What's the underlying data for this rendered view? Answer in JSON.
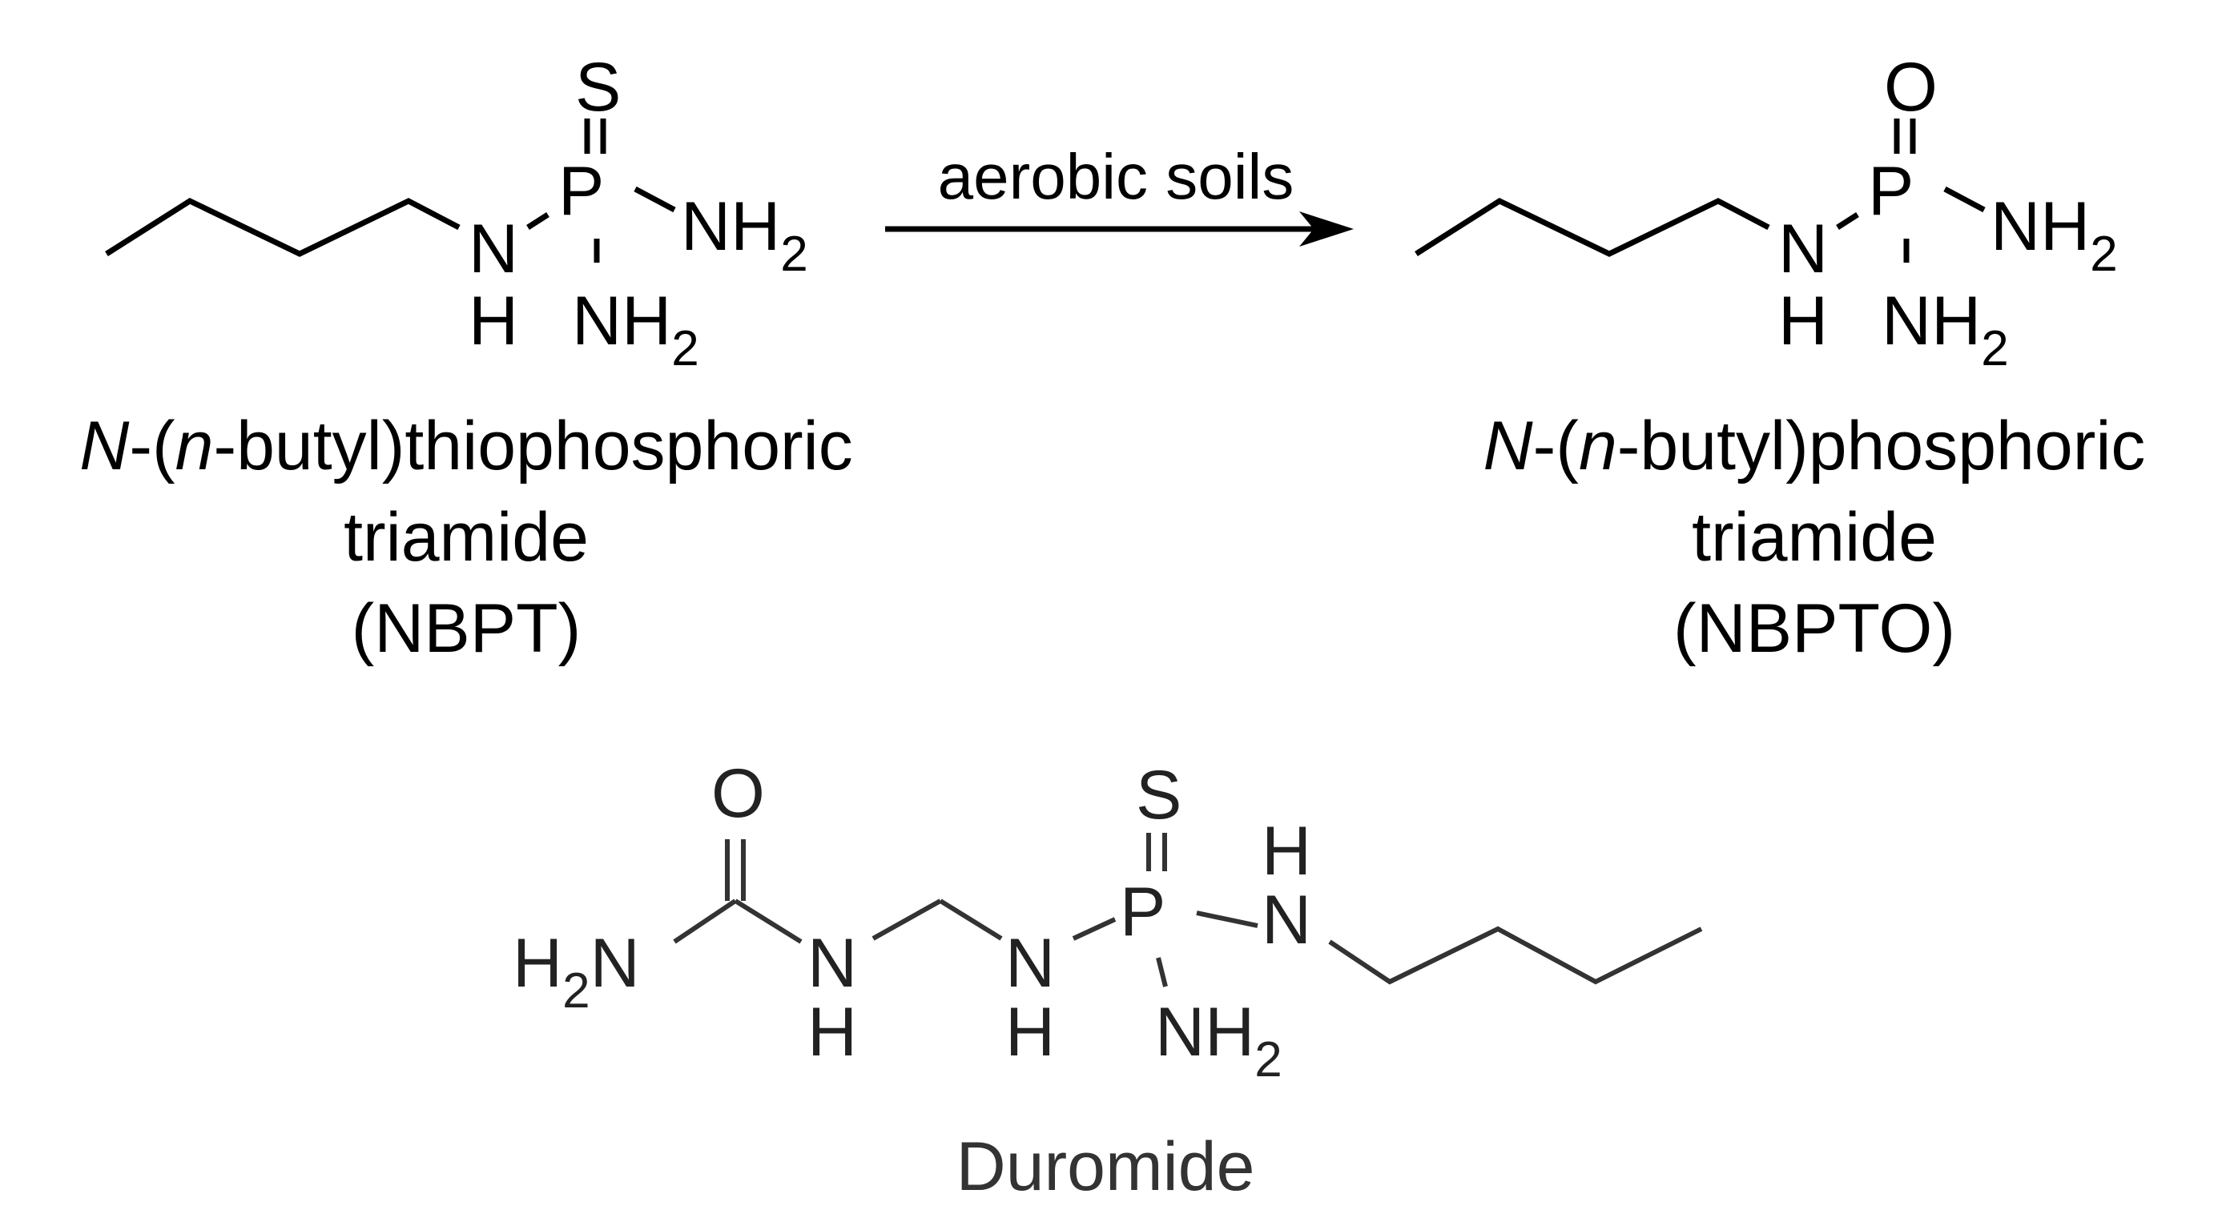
{
  "reaction": {
    "condition": "aerobic soils"
  },
  "compounds": [
    {
      "id": "nbpt",
      "chalcogen": "S",
      "name_line1": {
        "prefix": "N",
        "dash_paren": "-(",
        "italic_n": "n",
        "rest": "-butyl)thiophosphoric"
      },
      "name_line2": "triamide",
      "abbrev": "(NBPT)"
    },
    {
      "id": "nbpto",
      "chalcogen": "O",
      "name_line1": {
        "prefix": "N",
        "dash_paren": "-(",
        "italic_n": "n",
        "rest": "-butyl)phosphoric"
      },
      "name_line2": "triamide",
      "abbrev": "(NBPTO)"
    },
    {
      "id": "duromide",
      "name": "Duromide"
    }
  ],
  "atoms": {
    "P": "P",
    "N": "N",
    "H": "H",
    "NH": "NH",
    "sub2": "2",
    "S": "S",
    "O": "O"
  }
}
